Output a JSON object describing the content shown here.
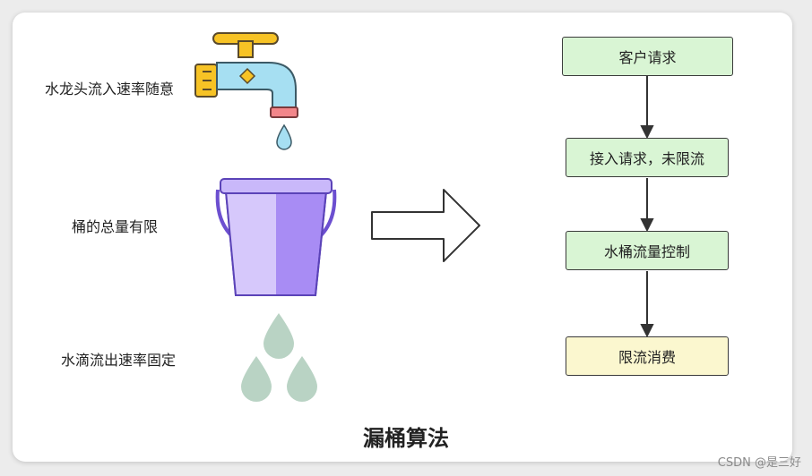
{
  "labels": {
    "faucet": "水龙头流入速率随意",
    "bucket": "桶的总量有限",
    "drops": "水滴流出速率固定"
  },
  "flow": {
    "steps": [
      "客户请求",
      "接入请求，未限流",
      "水桶流量控制",
      "限流消费"
    ]
  },
  "title": "漏桶算法",
  "watermark": "CSDN @是三好",
  "colors": {
    "box_green": "#d9f5d4",
    "box_cream": "#fbf7cf",
    "bucket_purple": "#a88cf4",
    "bucket_light": "#d6c8fb",
    "faucet_yellow": "#f7c325",
    "faucet_blue": "#a6dff2",
    "faucet_spout": "#f2868a",
    "drop_green": "#b9d3c4"
  },
  "icons": [
    "faucet-icon",
    "water-drop-icon",
    "bucket-icon",
    "right-arrow-icon"
  ]
}
